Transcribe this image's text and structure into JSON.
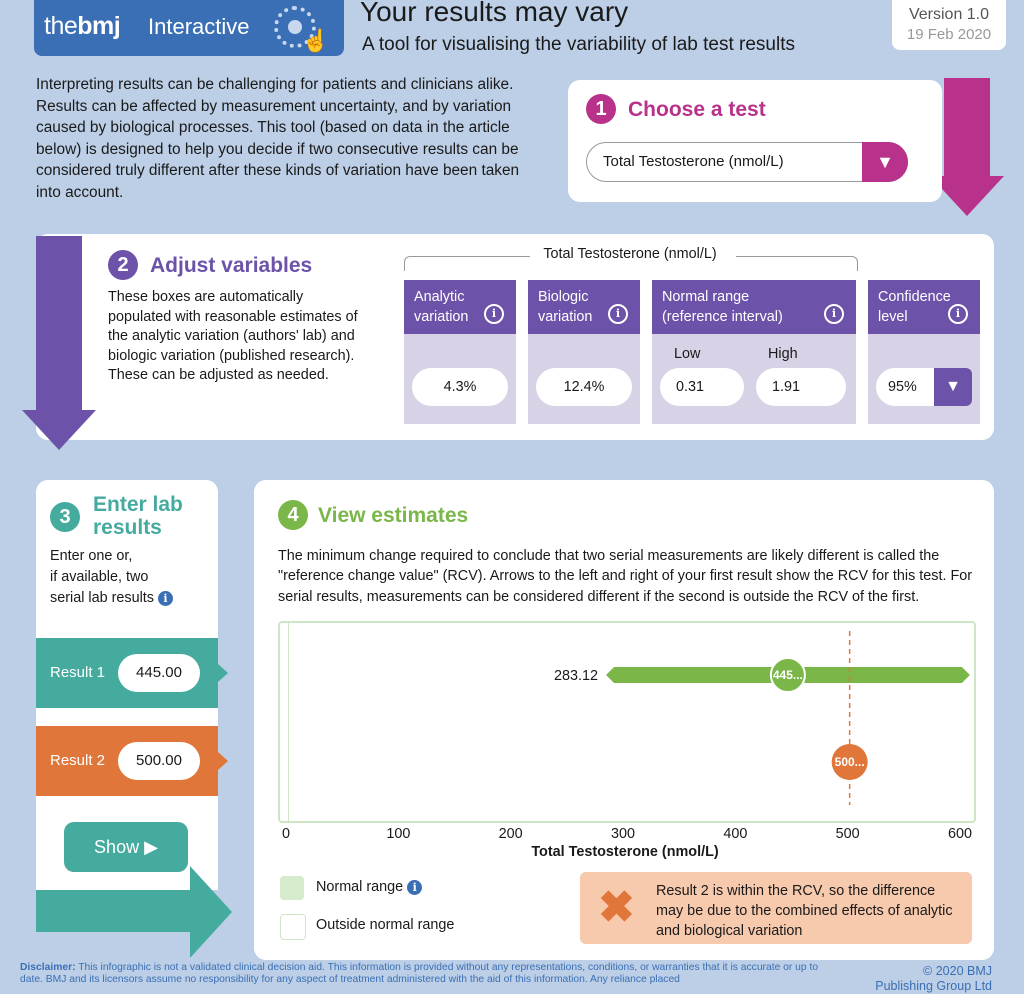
{
  "header": {
    "logo_the": "the",
    "logo_bmj": "bmj",
    "logo_interactive": "Interactive",
    "title": "Your results may vary",
    "subtitle": "A tool for visualising the variability of lab test results",
    "version": "Version 1.0",
    "date": "19 Feb 2020"
  },
  "intro": "Interpreting results can be challenging for patients and clinicians alike. Results can be affected by measurement uncertainty, and by variation caused by biological processes. This tool (based on data in the article below) is designed to help you decide if two consecutive results can be considered truly different after these kinds of variation have been taken into account.",
  "step1": {
    "number": "1",
    "heading": "Choose a test",
    "selected_test": "Total Testosterone (nmol/L)",
    "accent": "#b8318a"
  },
  "step2": {
    "number": "2",
    "heading": "Adjust variables",
    "description": "These boxes are automatically populated with reasonable estimates of the analytic variation (authors' lab) and biologic variation (published research). These can be adjusted as needed.",
    "group_label": "Total Testosterone (nmol/L)",
    "analytic": {
      "label": "Analytic variation",
      "value": "4.3%"
    },
    "biologic": {
      "label": "Biologic variation",
      "value": "12.4%"
    },
    "normal_range": {
      "label": "Normal range (reference interval)",
      "low_label": "Low",
      "high_label": "High",
      "low": "0.31",
      "high": "1.91"
    },
    "confidence": {
      "label": "Confidence level",
      "value": "95%"
    },
    "info_icon": "i",
    "accent": "#6c52a8"
  },
  "step3": {
    "number": "3",
    "heading": "Enter lab results",
    "description_line1": "Enter one or,",
    "description_line2": "if available, two",
    "description_line3": "serial lab results",
    "result1_label": "Result 1",
    "result1_value": "445.00",
    "result2_label": "Result 2",
    "result2_value": "500.00",
    "show_label": "Show",
    "accent": "#45ab9f"
  },
  "step4": {
    "number": "4",
    "heading": "View estimates",
    "description": "The minimum change required to conclude that two serial measurements are likely different is called the \"reference change value\" (RCV). Arrows to the left and right of your first result show the RCV for this test. For serial results, measurements can be considered different if the second is outside the RCV of the first.",
    "legend_normal": "Normal range",
    "legend_outside": "Outside normal range",
    "verdict": "Result 2 is within the RCV, so the difference may be due to the combined effects of analytic and biological variation",
    "accent": "#7ab648"
  },
  "chart_data": {
    "type": "scatter",
    "xlabel": "Total Testosterone (nmol/L)",
    "xlim": [
      0,
      600
    ],
    "xticks": [
      0,
      100,
      200,
      300,
      400,
      500,
      600
    ],
    "rcv_lower_label": "283.12",
    "rcv_range": [
      283.12,
      607
    ],
    "result1": {
      "x": 445,
      "label": "445..."
    },
    "result2": {
      "x": 500,
      "label": "500..."
    },
    "colors": {
      "rcv": "#7ab648",
      "result2": "#e0763a"
    }
  },
  "footer": {
    "disclaimer_bold": "Disclaimer:",
    "disclaimer": "This infographic is not a validated clinical decision aid. This information is provided without any representations, conditions, or warranties that it is accurate or up to date. BMJ and its licensors assume no responsibility for any aspect of treatment administered with the aid of this information. Any reliance placed",
    "copyright_line1": "© 2020 BMJ",
    "copyright_line2": "Publishing Group Ltd"
  }
}
